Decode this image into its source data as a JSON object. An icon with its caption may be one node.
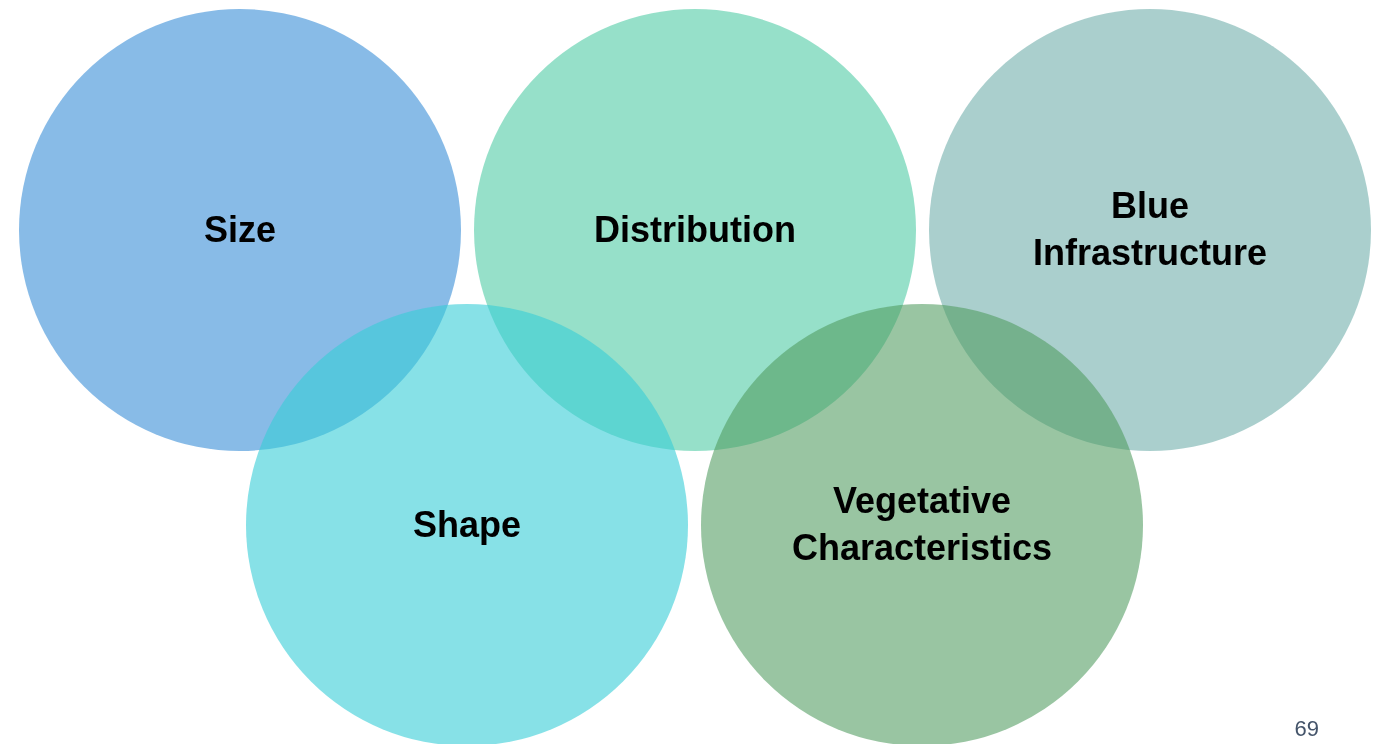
{
  "diagram": {
    "nodes": [
      {
        "text": [
          "Size"
        ]
      },
      {
        "text": [
          "Distribution"
        ]
      },
      {
        "text": [
          "Blue Infrastructure"
        ]
      },
      {
        "text": [
          "Shape"
        ]
      },
      {
        "text": [
          "Vegetative Characteristics"
        ]
      }
    ],
    "labels": [
      "69"
    ]
  }
}
